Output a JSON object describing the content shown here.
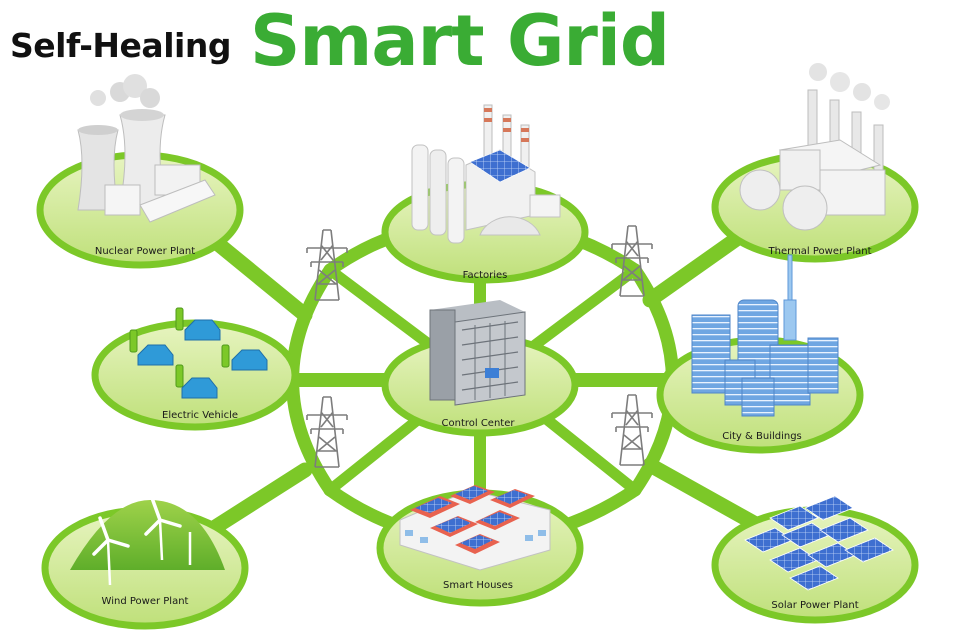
{
  "title": {
    "prefix": "Self-Healing",
    "main": "Smart Grid"
  },
  "nodes": {
    "nuclear": "Nuclear Power Plant",
    "factories": "Factories",
    "thermal": "Thermal Power Plant",
    "ev": "Electric Vehicle",
    "control": "Control Center",
    "city": "City &  Buildings",
    "wind": "Wind Power Plant",
    "houses": "Smart Houses",
    "solar": "Solar Power Plant"
  },
  "colors": {
    "title_green": "#3aac34",
    "grid_line": "#7cc828",
    "node_fill": "#cfe890",
    "node_border": "#7cc828",
    "building_blue": "#7fb2e6"
  }
}
